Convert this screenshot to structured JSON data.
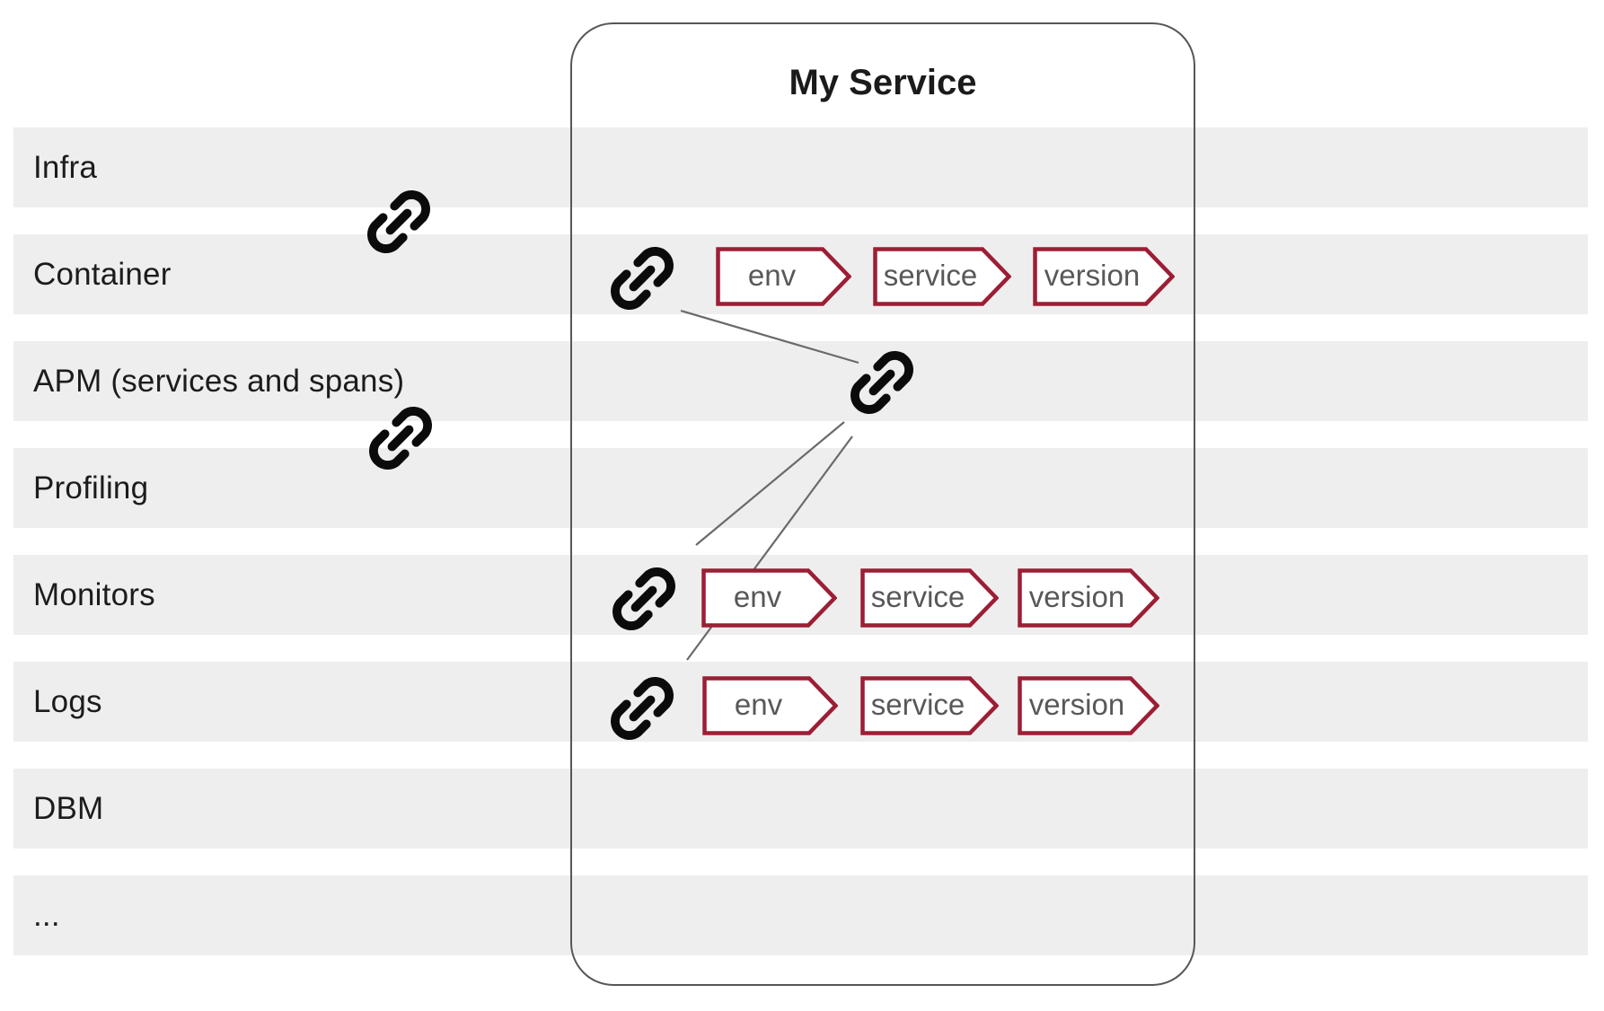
{
  "page": {
    "background": "#ffffff"
  },
  "rows": [
    {
      "label": "Infra"
    },
    {
      "label": "Container"
    },
    {
      "label": "APM (services and spans)"
    },
    {
      "label": "Profiling"
    },
    {
      "label": "Monitors"
    },
    {
      "label": "Logs"
    },
    {
      "label": "DBM"
    },
    {
      "label": "..."
    }
  ],
  "service_box": {
    "title": "My Service",
    "tag_groups": [
      {
        "row": "Container",
        "tags": [
          "env",
          "service",
          "version"
        ]
      },
      {
        "row": "Monitors",
        "tags": [
          "env",
          "service",
          "version"
        ]
      },
      {
        "row": "Logs",
        "tags": [
          "env",
          "service",
          "version"
        ]
      }
    ]
  },
  "icons": {
    "link": "chain-link"
  },
  "colors": {
    "row_background": "#eeeeee",
    "row_label_text": "#1c1c1e",
    "box_border": "#57575a",
    "tag_border": "#9c1e35",
    "tag_text": "#57585a",
    "connector_line": "#6a6a6a",
    "link_icon": "#0b0b0b"
  }
}
